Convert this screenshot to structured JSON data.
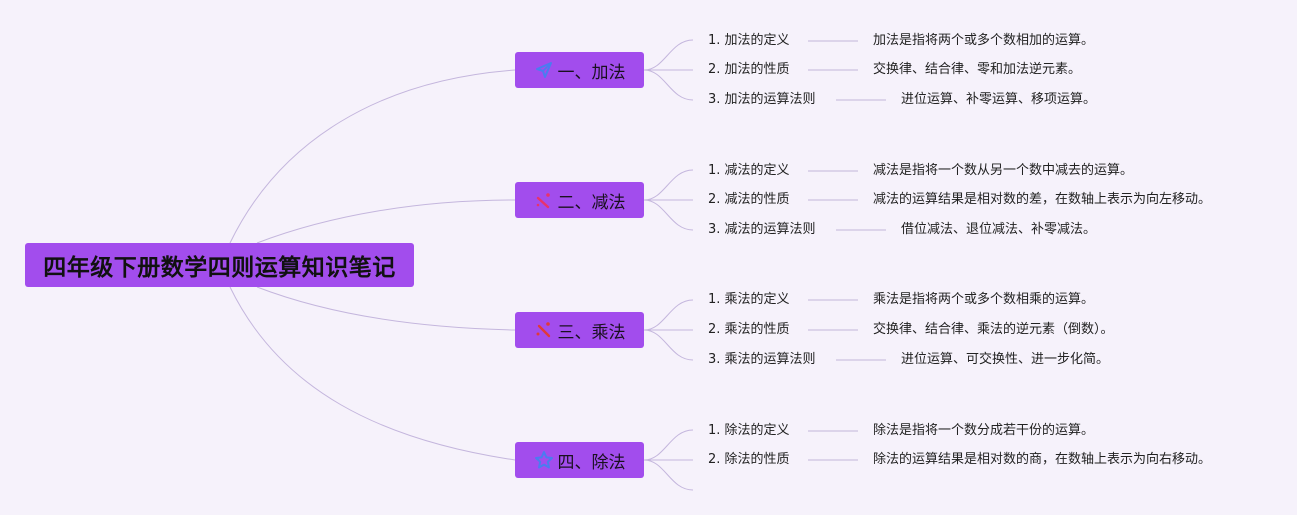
{
  "root": {
    "title": "四年级下册数学四则运算知识笔记"
  },
  "colors": {
    "node_fill": "#a24ded",
    "line": "#c9bde0",
    "background": "#f6f2fb"
  },
  "branches": [
    {
      "label": "一、加法",
      "icon": "paper-plane-icon",
      "icon_color": "#4a7cf0",
      "items": [
        {
          "label": "1. 加法的定义",
          "desc": "加法是指将两个或多个数相加的运算。"
        },
        {
          "label": "2. 加法的性质",
          "desc": "交换律、结合律、零和加法逆元素。"
        },
        {
          "label": "3. 加法的运算法则",
          "desc": "进位运算、补零运算、移项运算。"
        }
      ]
    },
    {
      "label": "二、减法",
      "icon": "magic-wand-icon",
      "icon_color": "#e8336b",
      "items": [
        {
          "label": "1. 减法的定义",
          "desc": "减法是指将一个数从另一个数中减去的运算。"
        },
        {
          "label": "2. 减法的性质",
          "desc": "减法的运算结果是相对数的差，在数轴上表示为向左移动。"
        },
        {
          "label": "3. 减法的运算法则",
          "desc": "借位减法、退位减法、补零减法。"
        }
      ]
    },
    {
      "label": "三、乘法",
      "icon": "magic-wand-icon",
      "icon_color": "#e03a3a",
      "items": [
        {
          "label": "1. 乘法的定义",
          "desc": "乘法是指将两个或多个数相乘的运算。"
        },
        {
          "label": "2. 乘法的性质",
          "desc": "交换律、结合律、乘法的逆元素（倒数）。"
        },
        {
          "label": "3. 乘法的运算法则",
          "desc": "进位运算、可交换性、进一步化简。"
        }
      ]
    },
    {
      "label": "四、除法",
      "icon": "star-icon",
      "icon_color": "#4a7cf0",
      "items": [
        {
          "label": "1. 除法的定义",
          "desc": "除法是指将一个数分成若干份的运算。"
        },
        {
          "label": "2. 除法的性质",
          "desc": "除法的运算结果是相对数的商，在数轴上表示为向右移动。"
        },
        {
          "label": "",
          "desc": ""
        }
      ]
    }
  ]
}
